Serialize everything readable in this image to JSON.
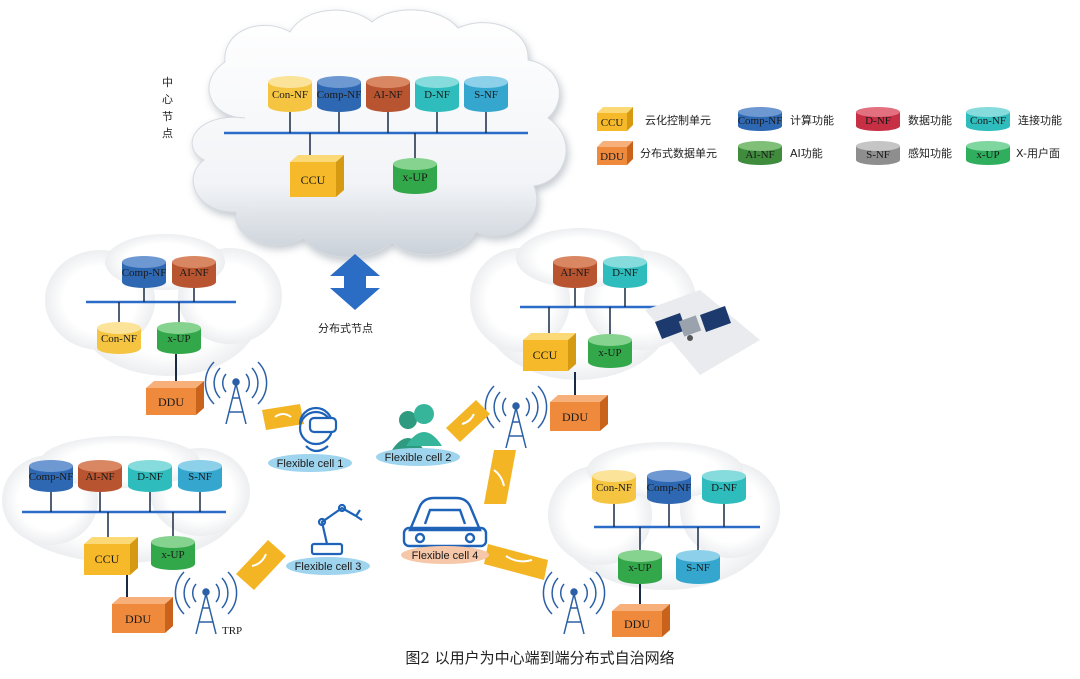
{
  "central_node_label": [
    "中",
    "心",
    "节",
    "点"
  ],
  "distributed_node_label": "分布式节点",
  "central_cloud": {
    "nfs": [
      "Con-NF",
      "Comp-NF",
      "AI-NF",
      "D-NF",
      "S-NF"
    ],
    "ccu": "CCU",
    "xup": "x-UP"
  },
  "legend": [
    {
      "symbol": "CCU",
      "shape": "box",
      "color": "#f7c02a",
      "text": "云化控制单元"
    },
    {
      "symbol": "Comp-NF",
      "shape": "cyl",
      "color": "#3b72b8",
      "text": "计算功能"
    },
    {
      "symbol": "D-NF",
      "shape": "cyl",
      "color": "#d9374a",
      "text": "数据功能"
    },
    {
      "symbol": "Con-NF",
      "shape": "cyl",
      "color": "#35bfbf",
      "text": "连接功能"
    },
    {
      "symbol": "DDU",
      "shape": "box",
      "color": "#ef8a3c",
      "text": "分布式数据单元"
    },
    {
      "symbol": "AI-NF",
      "shape": "cyl",
      "color": "#4e9a4a",
      "text": "AI功能"
    },
    {
      "symbol": "S-NF",
      "shape": "cyl",
      "color": "#9a9a9a",
      "text": "感知功能"
    },
    {
      "symbol": "x-UP",
      "shape": "cyl",
      "color": "#35b870",
      "text": "X-用户面"
    }
  ],
  "node1": {
    "top": [
      "Comp-NF",
      "AI-NF"
    ],
    "bottom": [
      "Con-NF",
      "x-UP"
    ],
    "ddu": "DDU"
  },
  "node2": {
    "top": [
      "AI-NF",
      "D-NF"
    ],
    "ccu": "CCU",
    "xup": "x-UP",
    "ddu": "DDU"
  },
  "node3": {
    "top": [
      "Comp-NF",
      "AI-NF",
      "D-NF",
      "S-NF"
    ],
    "ccu": "CCU",
    "xup": "x-UP",
    "ddu": "DDU"
  },
  "node4": {
    "top": [
      "Con-NF",
      "Comp-NF",
      "D-NF"
    ],
    "bottom": [
      "x-UP",
      "S-NF"
    ],
    "ddu": "DDU"
  },
  "cells": [
    "Flexible cell 1",
    "Flexible cell 2",
    "Flexible cell 3",
    "Flexible cell 4"
  ],
  "trp_label": "TRP",
  "caption": "图2 以用户为中心端到端分布式自治网络"
}
